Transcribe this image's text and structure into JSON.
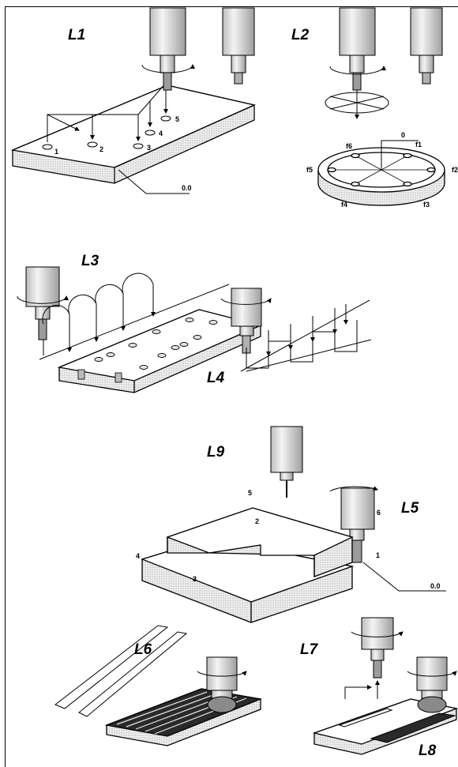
{
  "labels": {
    "l1": "L1",
    "l2": "L2",
    "l3": "L3",
    "l4": "L4",
    "l5": "L5",
    "l6": "L6",
    "l7": "L7",
    "l8": "L8",
    "l9": "L9"
  },
  "l1_holes": [
    "1",
    "2",
    "3",
    "4",
    "5"
  ],
  "l2_marks": {
    "zero": "0",
    "f1": "f1",
    "f2": "f2",
    "f3": "f3",
    "f4": "f4",
    "f5": "f5",
    "f6": "f6"
  },
  "datum": {
    "l1": "0.0",
    "l5": "0.0"
  },
  "l5_points": [
    "1",
    "2",
    "3",
    "4",
    "5",
    "6"
  ],
  "colors": {
    "stroke": "#000000",
    "hatch": "#c8c8c8",
    "face": "#e2e2e2",
    "tool": "#dcdcdc"
  }
}
